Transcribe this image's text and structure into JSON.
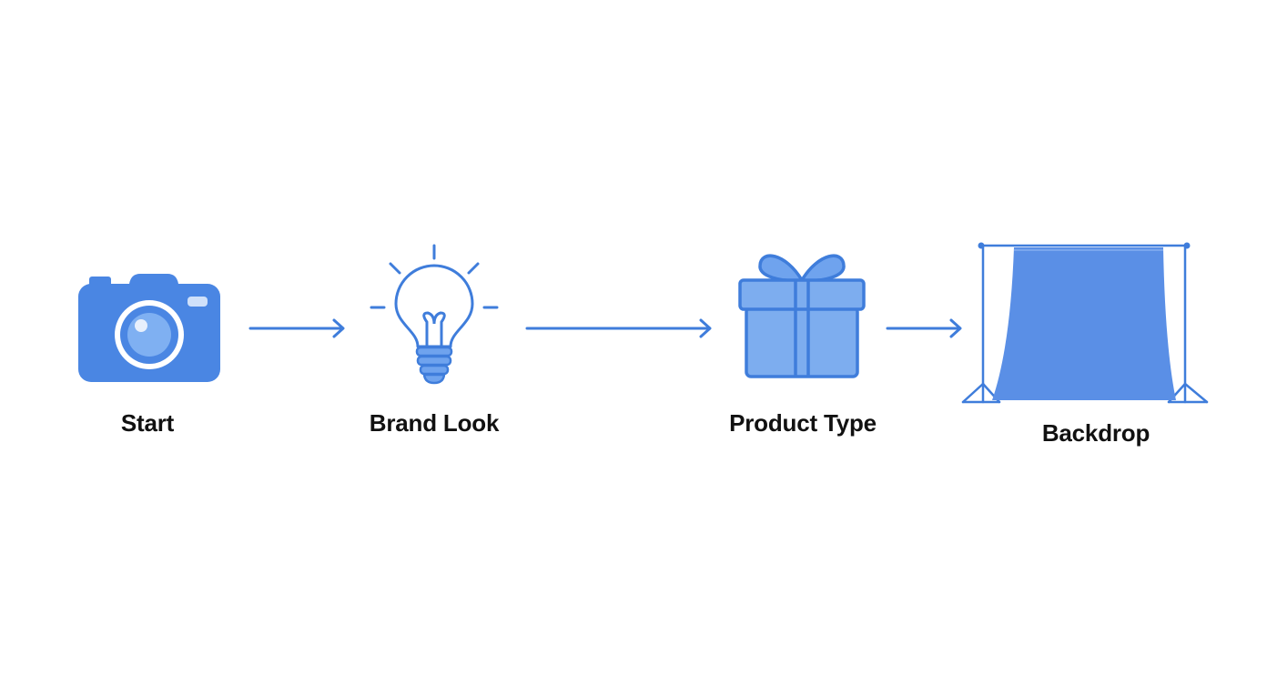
{
  "steps": [
    {
      "label": "Start",
      "icon": "camera-icon"
    },
    {
      "label": "Brand Look",
      "icon": "lightbulb-icon"
    },
    {
      "label": "Product Type",
      "icon": "gift-box-icon"
    },
    {
      "label": "Backdrop",
      "icon": "backdrop-stand-icon"
    }
  ],
  "colors": {
    "accent": "#3f7ddb",
    "accent_light": "#6fa3ee",
    "accent_fill": "#4a86e3",
    "text": "#111111",
    "background": "#ffffff"
  }
}
